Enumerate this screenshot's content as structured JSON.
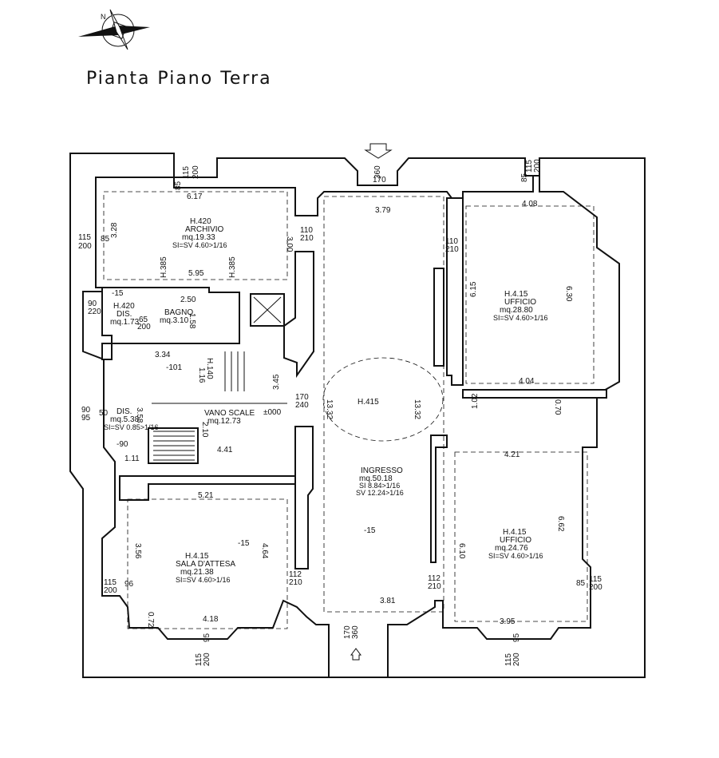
{
  "title": "Pianta Piano Terra",
  "compass": {
    "icon": "compass-rose-icon",
    "label": "N"
  },
  "rooms": {
    "archivio": {
      "height": "H.420",
      "name": "ARCHIVIO",
      "area": "mq.19.33",
      "note": "SI=SV 4.60>1/16"
    },
    "ufficio1": {
      "height": "H.4.15",
      "name": "UFFICIO",
      "area": "mq.28.80",
      "note": "SI=SV 4.60>1/16"
    },
    "dis_top": {
      "height": "H.420",
      "name": "DIS.",
      "area": "mq.1.73"
    },
    "bagno": {
      "name": "BAGNO",
      "area": "mq.3.10"
    },
    "dis_mid": {
      "name": "DIS.",
      "area": "mq.5.38",
      "note": "SI=SV 0.85>1/16"
    },
    "vano": {
      "name": "VANO SCALE",
      "area": "mq.12.73"
    },
    "ingresso_h": {
      "height": "H.415"
    },
    "ingresso": {
      "name": "INGRESSO",
      "area": "mq.50.18",
      "note1": "SI 8.84>1/16",
      "note2": "SV 12.24>1/16"
    },
    "sala": {
      "height": "H.4.15",
      "name": "SALA D'ATTESA",
      "area": "mq.21.38",
      "note": "SI=SV 4.60>1/16"
    },
    "ufficio2": {
      "height": "H.4.15",
      "name": "UFFICIO",
      "area": "mq.24.76",
      "note": "SI=SV 4.60>1/16"
    }
  },
  "levels": {
    "l000": "±000",
    "l101": "-101",
    "l90": "-90",
    "l15a": "-15",
    "l15b": "-15",
    "l15c": "-15"
  },
  "dimensions": {
    "d617": "6.17",
    "d595": "5.95",
    "d328": "3.28",
    "d300": "3.00",
    "h385a": "H.385",
    "h385b": "H.385",
    "d379": "3.79",
    "d408": "4.08",
    "d615": "6.15",
    "d630": "6.30",
    "d404": "4.04",
    "d102": "1.02",
    "d070": "0.70",
    "d421": "4.21",
    "d610": "6.10",
    "d662": "6.62",
    "d395": "3.95",
    "d1332a": "13.32",
    "d1332b": "13.32",
    "d381": "3.81",
    "d250": "2.50",
    "d158": "1.58",
    "d334": "3.34",
    "d116": "1.16",
    "h140": "H.140",
    "d345": "3.45",
    "d358": "3.58",
    "d210": "2.10",
    "d441": "4.41",
    "d111": "1.11",
    "d521": "5.21",
    "d356": "3.56",
    "d464": "4.64",
    "d418": "4.18",
    "d072": "0.72",
    "w115a": "115",
    "w200a": "200",
    "w85a": "85",
    "w170top": "170",
    "w360top": "360",
    "w115b": "115",
    "w200b": "200",
    "w85b": "85",
    "w115c": "115",
    "w200c": "200",
    "w85c": "85",
    "w110a": "110",
    "w210a": "210",
    "w110b": "110",
    "w210b": "210",
    "w90a": "90",
    "w220": "220",
    "w65": "65",
    "w200d": "200",
    "w170mid": "170",
    "w240": "240",
    "w90b": "90",
    "w95a": "95",
    "w50": "50",
    "w115d": "115",
    "w200e": "200",
    "w96": "96",
    "w112a": "112",
    "w210c": "210",
    "w112b": "112",
    "w210d": "210",
    "w85d": "85",
    "w115e": "115",
    "w200f": "200",
    "w115f": "115",
    "w200g": "200",
    "w95b": "95",
    "w170bot": "170",
    "w360bot": "360",
    "w115g": "115",
    "w200h": "200",
    "w95c": "95"
  }
}
